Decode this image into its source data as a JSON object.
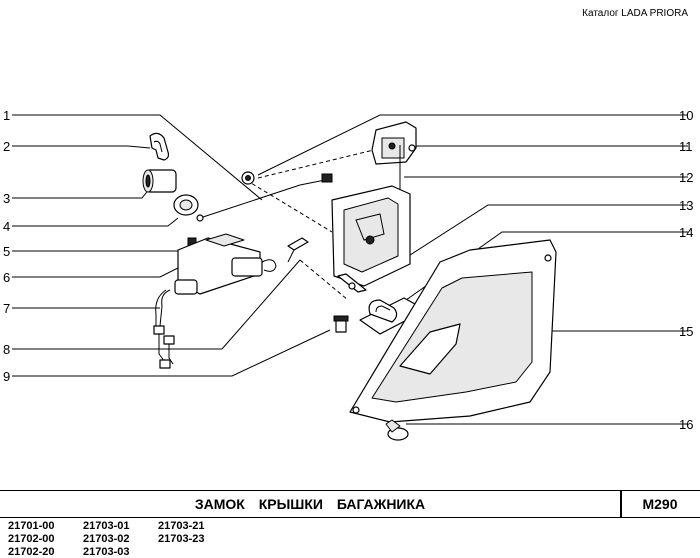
{
  "header": {
    "catalog": "Каталог  LADA  PRIORA"
  },
  "callouts": [
    "1",
    "2",
    "3",
    "4",
    "5",
    "6",
    "7",
    "8",
    "9",
    "10",
    "11",
    "12",
    "13",
    "14",
    "15",
    "16"
  ],
  "footer": {
    "title": "ЗАМОК  КРЫШКИ  БАГАЖНИКА",
    "code": "М290",
    "models": [
      [
        "21701-00",
        "21703-01",
        "21703-21"
      ],
      [
        "21702-00",
        "21703-02",
        "21703-23"
      ],
      [
        "21702-20",
        "21703-03",
        ""
      ]
    ]
  }
}
